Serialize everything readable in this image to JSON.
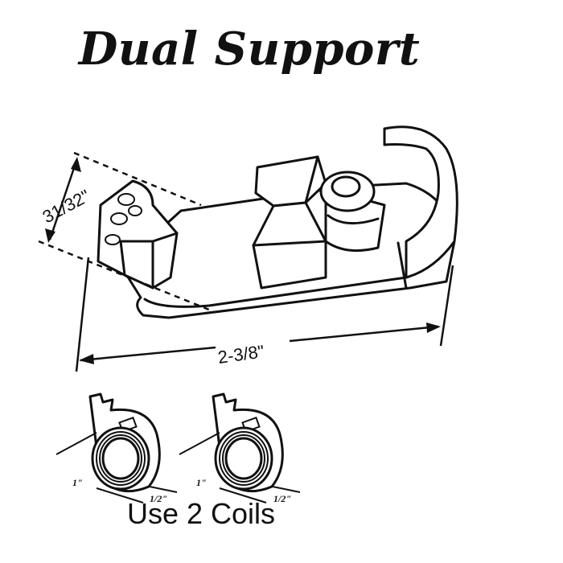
{
  "title": "Dual Support",
  "caption": "Use 2 Coils",
  "dimensions": {
    "height": "31/32\"",
    "length": "2-3/8\""
  },
  "coils": [
    {
      "diameter": "1\"",
      "width": "1/2\""
    },
    {
      "diameter": "1\"",
      "width": "1/2\""
    }
  ]
}
